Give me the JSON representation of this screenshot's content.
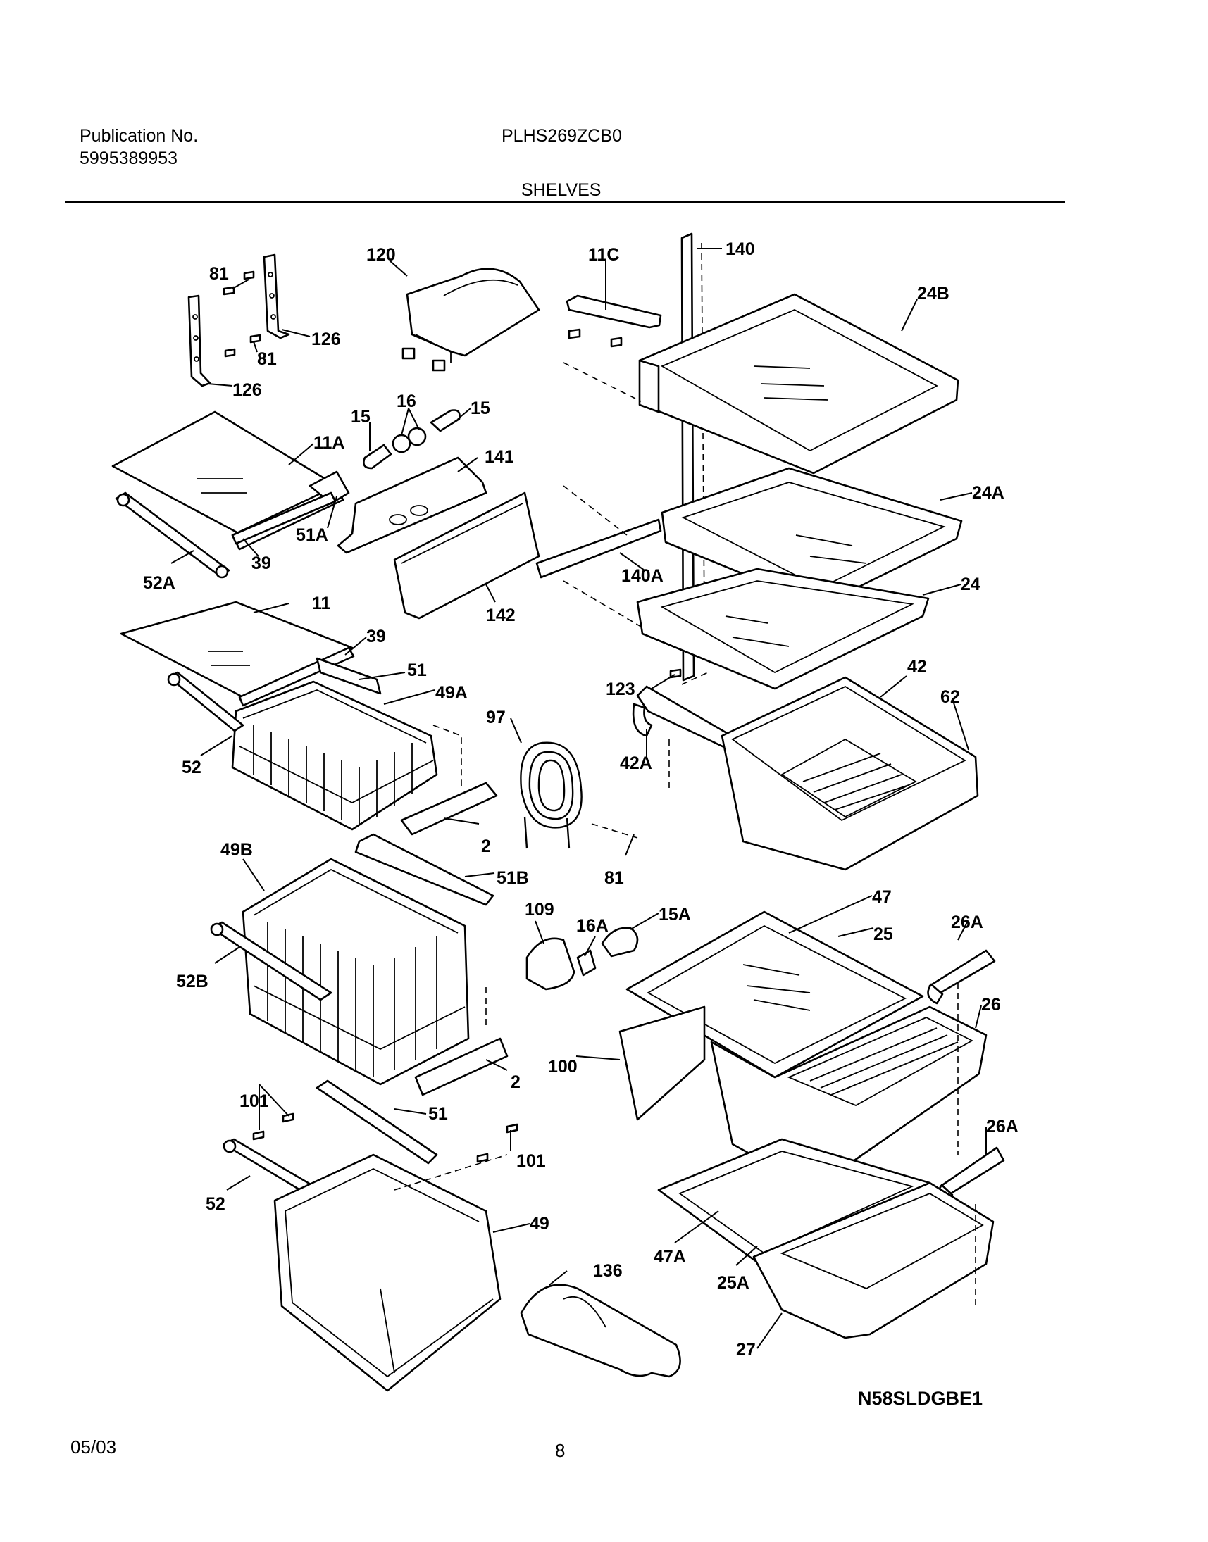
{
  "header": {
    "publication_label": "Publication No.",
    "publication_number": "5995389953",
    "model": "PLHS269ZCB0",
    "section": "SHELVES"
  },
  "footer": {
    "date": "05/03",
    "page": "8"
  },
  "diagram_code": "N58SLDGBE1",
  "part_labels": [
    "81",
    "120",
    "11C",
    "140",
    "24B",
    "126",
    "81",
    "126",
    "16",
    "15",
    "15",
    "11A",
    "141",
    "51A",
    "39",
    "52A",
    "24A",
    "140A",
    "24",
    "11",
    "142",
    "39",
    "51",
    "49A",
    "123",
    "42",
    "62",
    "97",
    "52",
    "42A",
    "2",
    "81",
    "49B",
    "51B",
    "109",
    "15A",
    "47",
    "16A",
    "25",
    "26A",
    "52B",
    "26",
    "100",
    "2",
    "101",
    "51",
    "26A",
    "101",
    "52",
    "49",
    "136",
    "47A",
    "25A",
    "27"
  ]
}
